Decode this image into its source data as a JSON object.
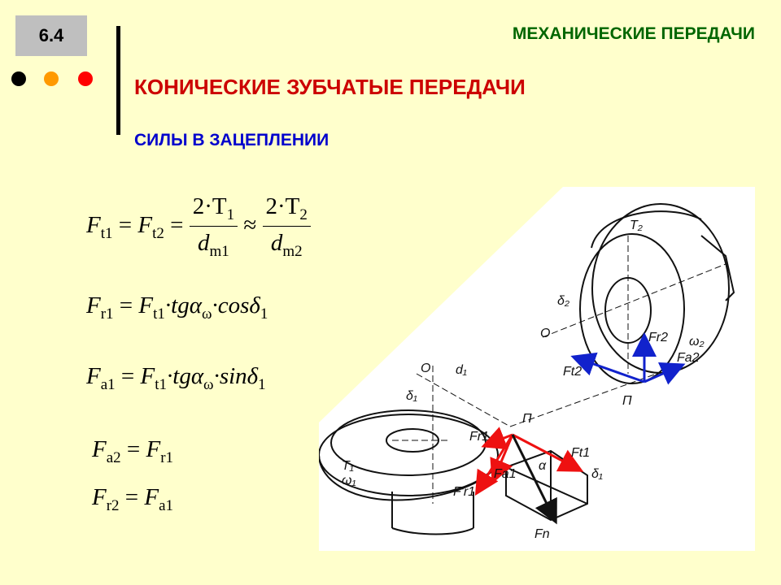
{
  "header": {
    "slide_number": "6.4",
    "section_title": "МЕХАНИЧЕСКИЕ ПЕРЕДАЧИ",
    "title": "КОНИЧЕСКИЕ ЗУБЧАТЫЕ ПЕРЕДАЧИ",
    "subtitle": "СИЛЫ В ЗАЦЕПЛЕНИИ",
    "dot_colors": [
      "#000000",
      "#ff9900",
      "#ff0000"
    ]
  },
  "formulas": {
    "eq1": {
      "f1": "F",
      "s1": "t1",
      "eq": "=",
      "f2": "F",
      "s2": "t2",
      "num1": "2·T",
      "num1_sub": "1",
      "den1": "d",
      "den1_sub": "m1",
      "approx": "≈",
      "num2": "2·T",
      "num2_sub": "2",
      "den2": "d",
      "den2_sub": "m2"
    },
    "eq2": {
      "f1": "F",
      "s1": "r1",
      "eq": "=",
      "f2": "F",
      "s2": "t1",
      "rest": "·tgα",
      "rest_sub": "ω",
      "rest2": "·cosδ",
      "rest2_sub": "1"
    },
    "eq3": {
      "f1": "F",
      "s1": "a1",
      "eq": "=",
      "f2": "F",
      "s2": "t1",
      "rest": "·tgα",
      "rest_sub": "ω",
      "rest2": "·sinδ",
      "rest2_sub": "1"
    },
    "eq4": {
      "f1": "F",
      "s1": "a2",
      "eq": "=",
      "f2": "F",
      "s2": "r1"
    },
    "eq5": {
      "f1": "F",
      "s1": "r2",
      "eq": "=",
      "f2": "F",
      "s2": "a1"
    }
  },
  "figure": {
    "labels": {
      "T2": "T₂",
      "delta2": "δ₂",
      "O_top": "O",
      "Fr2": "Fr2",
      "omega2": "ω₂",
      "Fa2": "Fa2",
      "Ft2": "Ft2",
      "Pi_top": "П",
      "O_left": "O",
      "d1": "d₁",
      "delta1": "δ₁",
      "Pi_mid": "П",
      "Fr1": "Fr1",
      "Ft1": "Ft1",
      "Fa1": "Fa1",
      "alpha": "α",
      "delta1b": "δ₁",
      "T1": "T₁",
      "omega1": "ω₁",
      "Fr1b": "F'r1",
      "Fn": "Fn"
    },
    "colors": {
      "red": "#ee1111",
      "blue": "#1122cc",
      "line": "#111111"
    }
  }
}
